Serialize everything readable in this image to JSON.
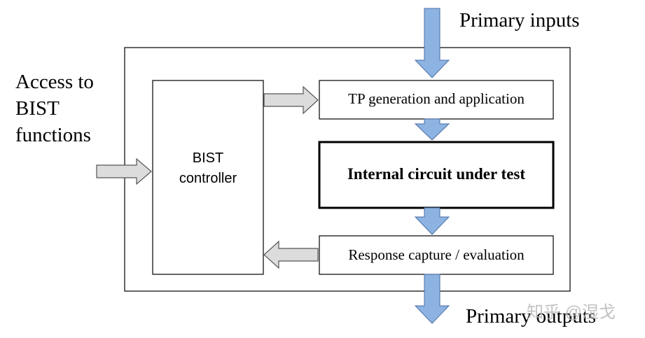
{
  "labels": {
    "primary_inputs": "Primary inputs",
    "primary_outputs": "Primary outputs",
    "access_line1": "Access to",
    "access_line2": "BIST",
    "access_line3": "functions",
    "bist_line1": "BIST",
    "bist_line2": "controller",
    "tp_generation": "TP generation and application",
    "circuit_under_test": "Internal circuit under test",
    "response_capture": "Response capture / evaluation",
    "watermark": "知乎 @湿戈"
  },
  "colors": {
    "signal_arrow_fill": "#8db3e2",
    "signal_arrow_stroke": "#4a6fa5",
    "control_arrow_fill": "#dcdcdc",
    "control_arrow_stroke": "#555555",
    "box_stroke": "#000000",
    "watermark": "#b8b8b8"
  }
}
